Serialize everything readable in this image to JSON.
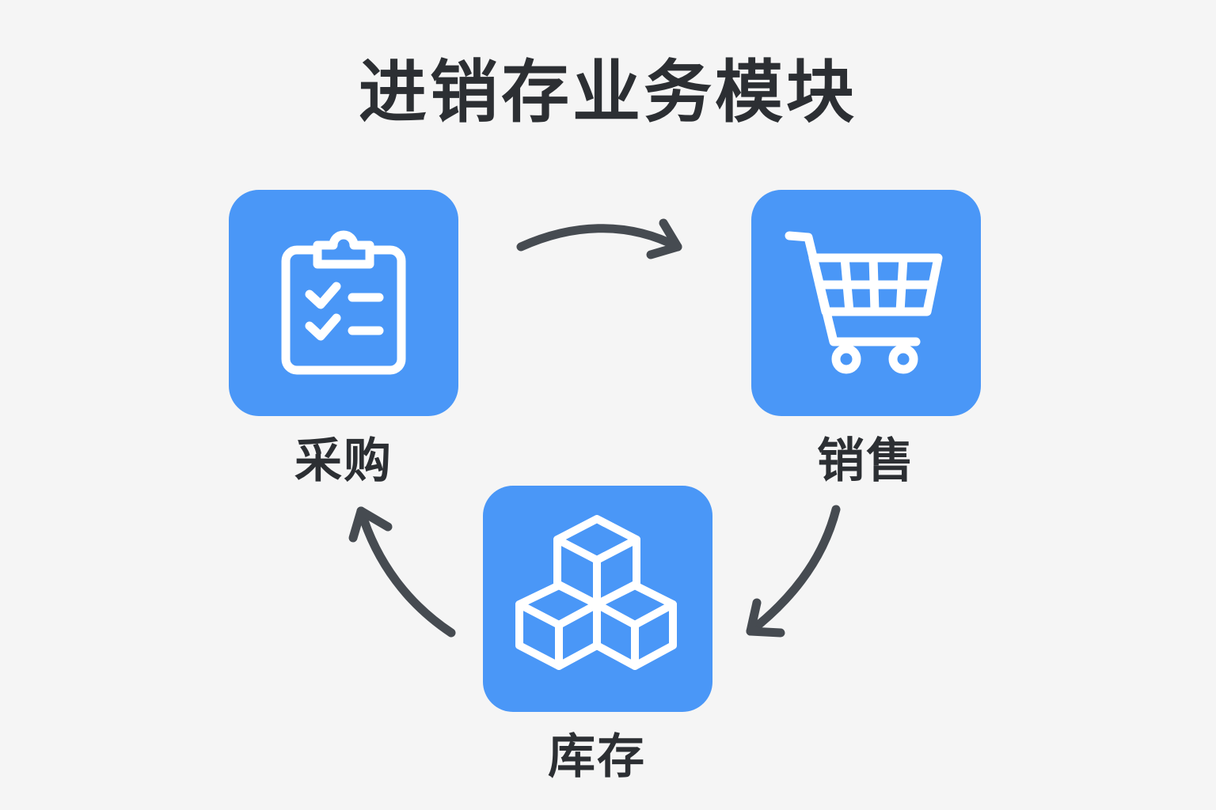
{
  "title": "进销存业务模块",
  "modules": {
    "purchase": {
      "label": "采购",
      "icon": "clipboard-checklist-icon"
    },
    "sales": {
      "label": "销售",
      "icon": "shopping-cart-icon"
    },
    "stock": {
      "label": "库存",
      "icon": "stacked-boxes-icon"
    }
  },
  "colors": {
    "tile": "#4a97f7",
    "text": "#2c2f33",
    "arrow": "#464b51",
    "background": "#f5f5f5"
  }
}
